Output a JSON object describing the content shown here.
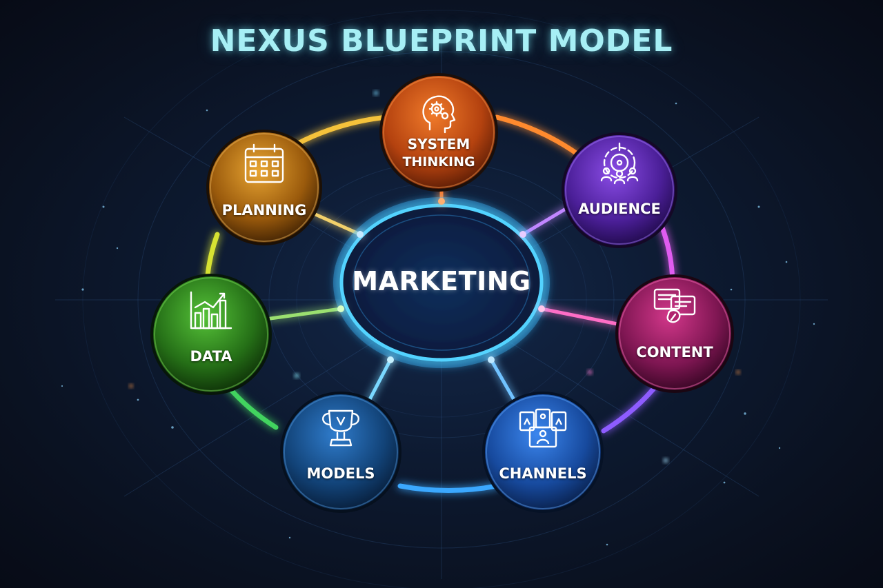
{
  "title": "NEXUS BLUEPRINT MODEL",
  "center": {
    "label": "MARKETING"
  },
  "nodes": {
    "system_thinking": {
      "line1": "SYSTEM",
      "line2": "THINKING",
      "icon": "head-gears-icon",
      "color": "#d4581c"
    },
    "audience": {
      "label": "AUDIENCE",
      "icon": "audience-target-icon",
      "color": "#6a2fc2"
    },
    "content": {
      "label": "CONTENT",
      "icon": "content-documents-icon",
      "color": "#b0246e"
    },
    "channels": {
      "label": "CHANNELS",
      "icon": "channels-screens-icon",
      "color": "#1f63c9"
    },
    "models": {
      "label": "MODELS",
      "icon": "trophy-icon",
      "color": "#1a5fa3"
    },
    "data": {
      "label": "DATA",
      "icon": "bar-chart-icon",
      "color": "#2f9a27"
    },
    "planning": {
      "label": "PLANNING",
      "icon": "calendar-icon",
      "color": "#c47a14"
    }
  }
}
